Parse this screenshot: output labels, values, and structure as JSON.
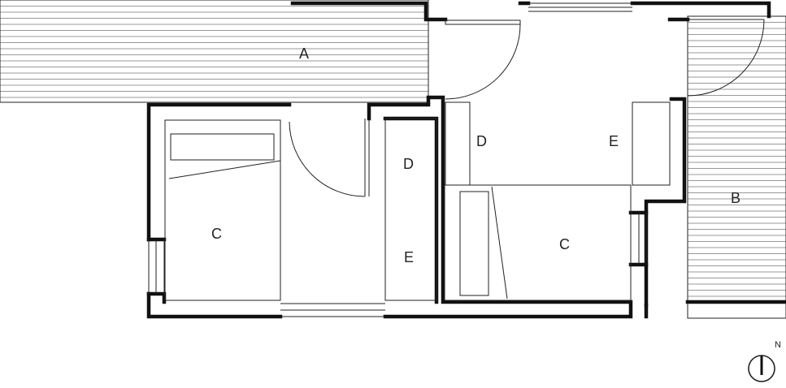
{
  "labels": {
    "deck_a": "A",
    "deck_b": "B",
    "bed_left": "C",
    "bed_right": "C",
    "closet_left_d": "D",
    "closet_left_e": "E",
    "closet_right_d": "D",
    "closet_right_e": "E"
  },
  "north": {
    "label": "N"
  },
  "colors": {
    "wall": "#111111",
    "hatch": "#999999",
    "line": "#222222"
  }
}
